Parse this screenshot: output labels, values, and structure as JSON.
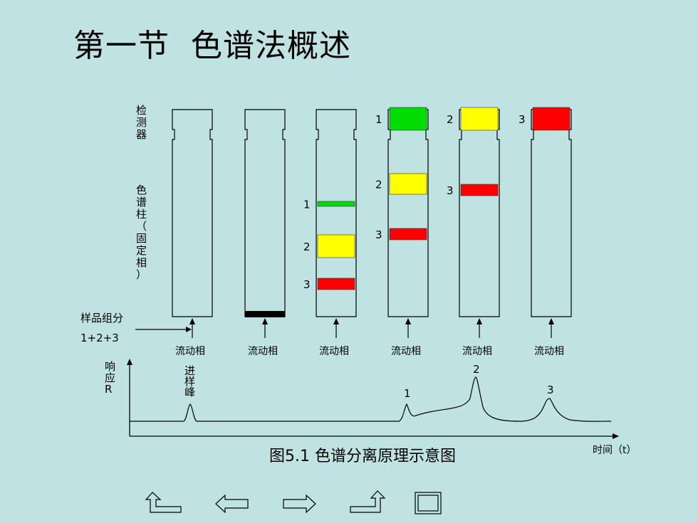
{
  "title": "第一节  色谱法概述",
  "vertical_labels": {
    "detector": "检测器",
    "column": "色谱柱（固定相）",
    "response": "响应R",
    "injection_peak": "进样峰"
  },
  "sample": {
    "label": "样品组分",
    "formula": "1+2+3"
  },
  "mobile_phase_label": "流动相",
  "columns": [
    {
      "bands": [],
      "bottom_bar": false
    },
    {
      "bands": [],
      "bottom_bar": true
    },
    {
      "bands": [
        {
          "label": "1",
          "color": "#00dd00",
          "pos": 0.0
        },
        {
          "label": "2",
          "color": "#ffff00",
          "pos": 0.0
        },
        {
          "label": "3",
          "color": "#ff0000",
          "pos": 0.0
        }
      ],
      "bottom_bar": false
    },
    {
      "bands": [
        {
          "label": "1",
          "color": "#00dd00",
          "pos": 0.0
        },
        {
          "label": "2",
          "color": "#ffff00",
          "pos": 0.0
        },
        {
          "label": "3",
          "color": "#ff0000",
          "pos": 0.0
        }
      ],
      "bottom_bar": false
    },
    {
      "bands": [
        {
          "label": "2",
          "color": "#ffff00",
          "pos": 0.0
        },
        {
          "label": "3",
          "color": "#ff0000",
          "pos": 0.0
        }
      ],
      "bottom_bar": false
    },
    {
      "bands": [
        {
          "label": "3",
          "color": "#ff0000",
          "pos": 0.0
        }
      ],
      "bottom_bar": false
    }
  ],
  "chromatogram": {
    "peak_labels": [
      "1",
      "2",
      "3"
    ],
    "x_axis_label": "时间（t）"
  },
  "caption": "图5.1 色谱分离原理示意图",
  "nav": {
    "first_icon": "return-first-icon",
    "prev_icon": "left-arrow-icon",
    "next_icon": "right-arrow-icon",
    "up_icon": "return-up-icon",
    "end_icon": "end-show-icon"
  },
  "colors": {
    "background": "#bfe3e3",
    "green": "#00dd00",
    "yellow": "#ffff00",
    "red": "#ff0000"
  }
}
